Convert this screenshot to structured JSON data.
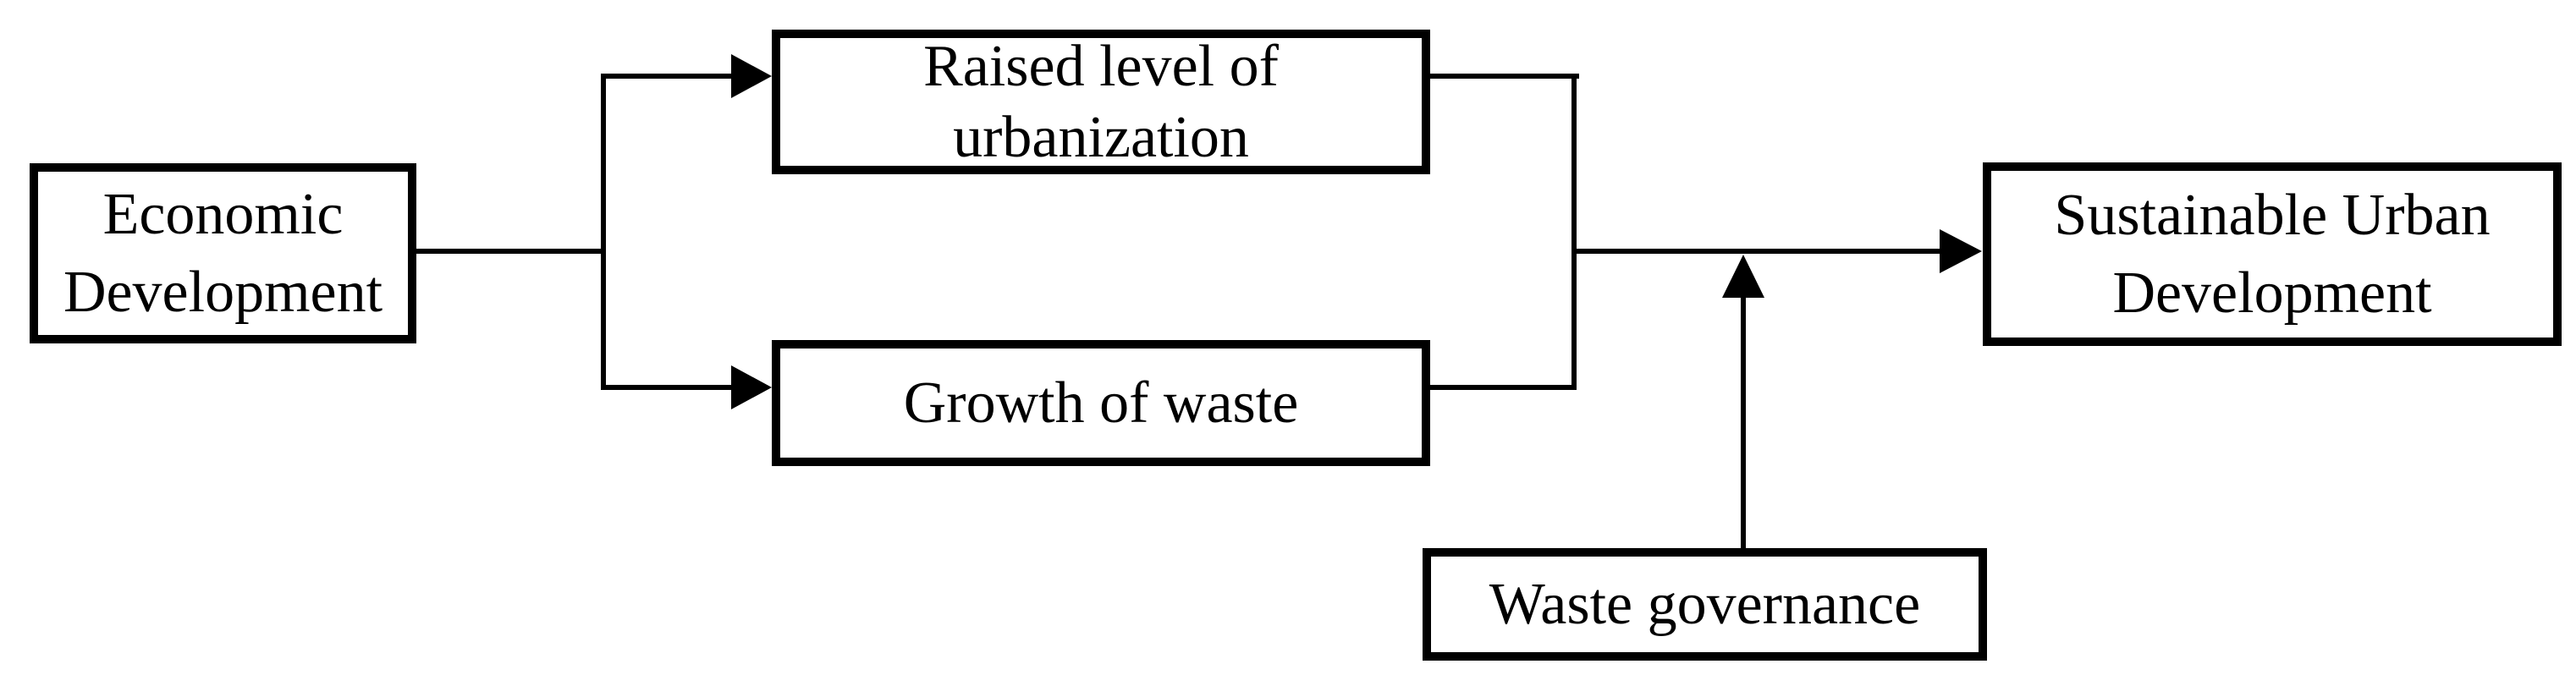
{
  "diagram": {
    "background_color": "#ffffff",
    "line_color": "#000000",
    "text_color": "#000000",
    "nodes": [
      {
        "id": "economic-development",
        "label": "Economic Development",
        "lines": [
          "Economic",
          "Development"
        ]
      },
      {
        "id": "raised-level-of-urbanization",
        "label": "Raised level of urbanization",
        "lines": [
          "Raised level of",
          "urbanization"
        ]
      },
      {
        "id": "growth-of-waste",
        "label": "Growth of waste",
        "lines": [
          "Growth of waste"
        ]
      },
      {
        "id": "sustainable-urban-development",
        "label": "Sustainable Urban Development",
        "lines": [
          "Sustainable Urban",
          "Development"
        ]
      },
      {
        "id": "waste-governance",
        "label": "Waste governance",
        "lines": [
          "Waste governance"
        ]
      }
    ],
    "edges": [
      {
        "from": "economic-development",
        "to": "raised-level-of-urbanization",
        "style": "arrow"
      },
      {
        "from": "economic-development",
        "to": "growth-of-waste",
        "style": "arrow"
      },
      {
        "from": "raised-level-of-urbanization",
        "to": "sustainable-urban-development",
        "style": "arrow",
        "note": "merges with growth-of-waste before arrow"
      },
      {
        "from": "growth-of-waste",
        "to": "sustainable-urban-development",
        "style": "arrow",
        "note": "merges with raised-level-of-urbanization before arrow"
      },
      {
        "from": "waste-governance",
        "to": "merged-arrow-into-sustainable-urban-development",
        "style": "arrow"
      }
    ]
  }
}
